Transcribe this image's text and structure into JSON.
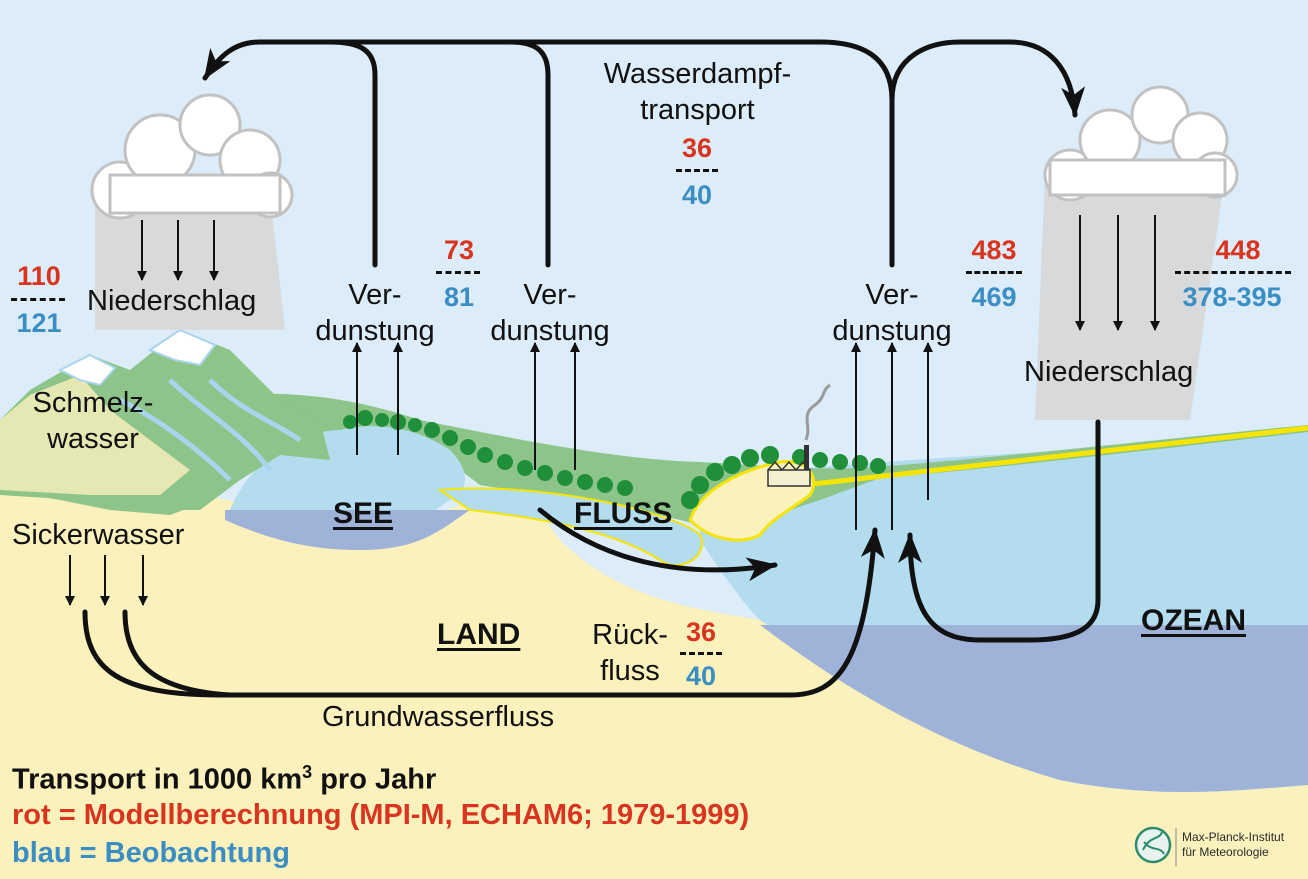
{
  "labels": {
    "precip_left": "Niederschlag",
    "precip_right": "Niederschlag",
    "evap_lake_1": "Ver-",
    "evap_lake_2": "dunstung",
    "evap_land_1": "Ver-",
    "evap_land_2": "dunstung",
    "evap_ocean_1": "Ver-",
    "evap_ocean_2": "dunstung",
    "vapor_1": "Wasserdampf-",
    "vapor_2": "transport",
    "melt_1": "Schmelz-",
    "melt_2": "wasser",
    "seepage": "Sickerwasser",
    "groundwater": "Grundwasserfluss",
    "return_1": "Rück-",
    "return_2": "fluss"
  },
  "regions": {
    "lake": "SEE",
    "river": "FLUSS",
    "land": "LAND",
    "ocean": "OZEAN"
  },
  "values": {
    "precip_land": {
      "model": "110",
      "obs": "121"
    },
    "evap_land": {
      "model": "73",
      "obs": "81"
    },
    "vapor_transport": {
      "model": "36",
      "obs": "40"
    },
    "evap_ocean": {
      "model": "483",
      "obs": "469"
    },
    "precip_ocean": {
      "model": "448",
      "obs": "378-395"
    },
    "runoff": {
      "model": "36",
      "obs": "40"
    }
  },
  "legend": {
    "line1_pre": "Transport in 1000 km",
    "line1_sup": "3",
    "line1_post": " pro Jahr",
    "line2": "rot = Modellberechnung (MPI-M, ECHAM6; 1979-1999)",
    "line3": "blau = Beobachtung"
  },
  "institute": {
    "line1": "Max-Planck-Institut",
    "line2": "für Meteorologie"
  },
  "colors": {
    "sky": "#dcecf8",
    "sea": "#b3dcef",
    "deep_sea": "#9fb3d9",
    "land_fill": "#fbf1bd",
    "vegetation": "#8dc489",
    "trees": "#1f8f3a",
    "shore": "#f5e500",
    "model_red": "#d8341f",
    "obs_blue": "#3b8ec4"
  }
}
